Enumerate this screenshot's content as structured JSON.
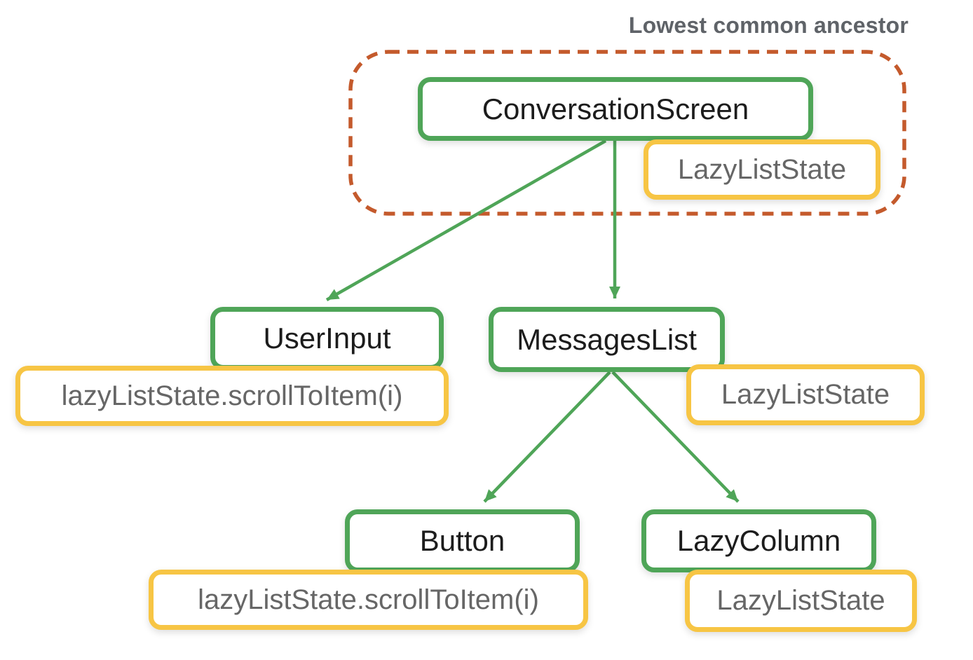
{
  "title": "Lowest common ancestor",
  "colors": {
    "node_border_green": "#4fa558",
    "state_border_yellow": "#f7c544",
    "ancestor_outline_orange": "#c45a2c",
    "node_text_black": "#1c1c1c",
    "state_text_gray": "#666666",
    "title_gray": "#5f6368",
    "background": "#ffffff"
  },
  "nodes": {
    "conversation_screen": "ConversationScreen",
    "lazy_list_state_top": "LazyListState",
    "user_input": "UserInput",
    "scroll_to_item_left": "lazyListState.scrollToItem(i)",
    "messages_list": "MessagesList",
    "lazy_list_state_mid": "LazyListState",
    "button": "Button",
    "scroll_to_item_bottom": "lazyListState.scrollToItem(i)",
    "lazy_column": "LazyColumn",
    "lazy_list_state_bottom": "LazyListState"
  },
  "edges": [
    {
      "from": "ConversationScreen",
      "to": "UserInput"
    },
    {
      "from": "ConversationScreen",
      "to": "MessagesList"
    },
    {
      "from": "MessagesList",
      "to": "Button"
    },
    {
      "from": "MessagesList",
      "to": "LazyColumn"
    }
  ],
  "group": {
    "label": "Lowest common ancestor",
    "contains": [
      "ConversationScreen",
      "LazyListState"
    ]
  }
}
